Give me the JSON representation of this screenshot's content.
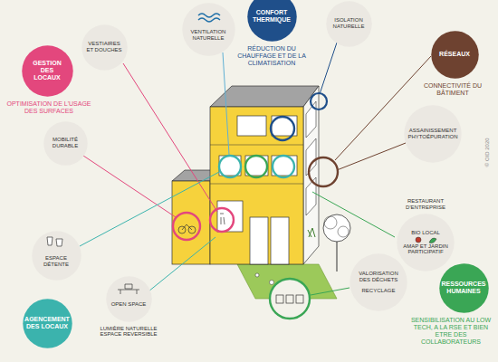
{
  "diagram": {
    "nodes": [
      {
        "text": [
          "CONFORT THERMIQUE",
          "RÉDUCTION DU CHAUFFAGE ET DE LA CLIMATISATION"
        ]
      },
      {
        "text": [
          "VENTILATION NATURELLE"
        ]
      },
      {
        "text": [
          "ISOLATION NATURELLE"
        ]
      },
      {
        "text": [
          "GESTION DES LOCAUX",
          "OPTIMISATION DE L'USAGE DES SURFACES"
        ]
      },
      {
        "text": [
          "VESTIAIRES ET DOUCHES"
        ]
      },
      {
        "text": [
          "MOBILITÉ DURABLE"
        ]
      },
      {
        "text": [
          "RÉSEAUX",
          "CONNECTIVITÉ DU BÂTIMENT"
        ]
      },
      {
        "text": [
          "ASSAINISSEMENT PHYTOÉPURATION"
        ]
      },
      {
        "text": [
          "RESTAURANT D'ENTREPRISE",
          "BIO LOCAL",
          "AMAP ET JARDIN PARTICIPATIF"
        ]
      },
      {
        "text": [
          "VALORISATION DES DÉCHETS",
          "RECYCLAGE"
        ]
      },
      {
        "text": [
          "RESSOURCES HUMAINES",
          "SENSIBILISATION AU LOW TECH, A LA RSE ET BIEN ETRE DES COLLABORATEURS"
        ]
      },
      {
        "text": [
          "ESPACE DÉTENTE"
        ]
      },
      {
        "text": [
          "AGENCEMENT DES LOCAUX"
        ]
      },
      {
        "text": [
          "OPEN SPACE",
          "LUMIÈRE NATURELLE ESPACE REVERSIBLE"
        ]
      }
    ],
    "labels": [
      "© OID 2020"
    ]
  }
}
